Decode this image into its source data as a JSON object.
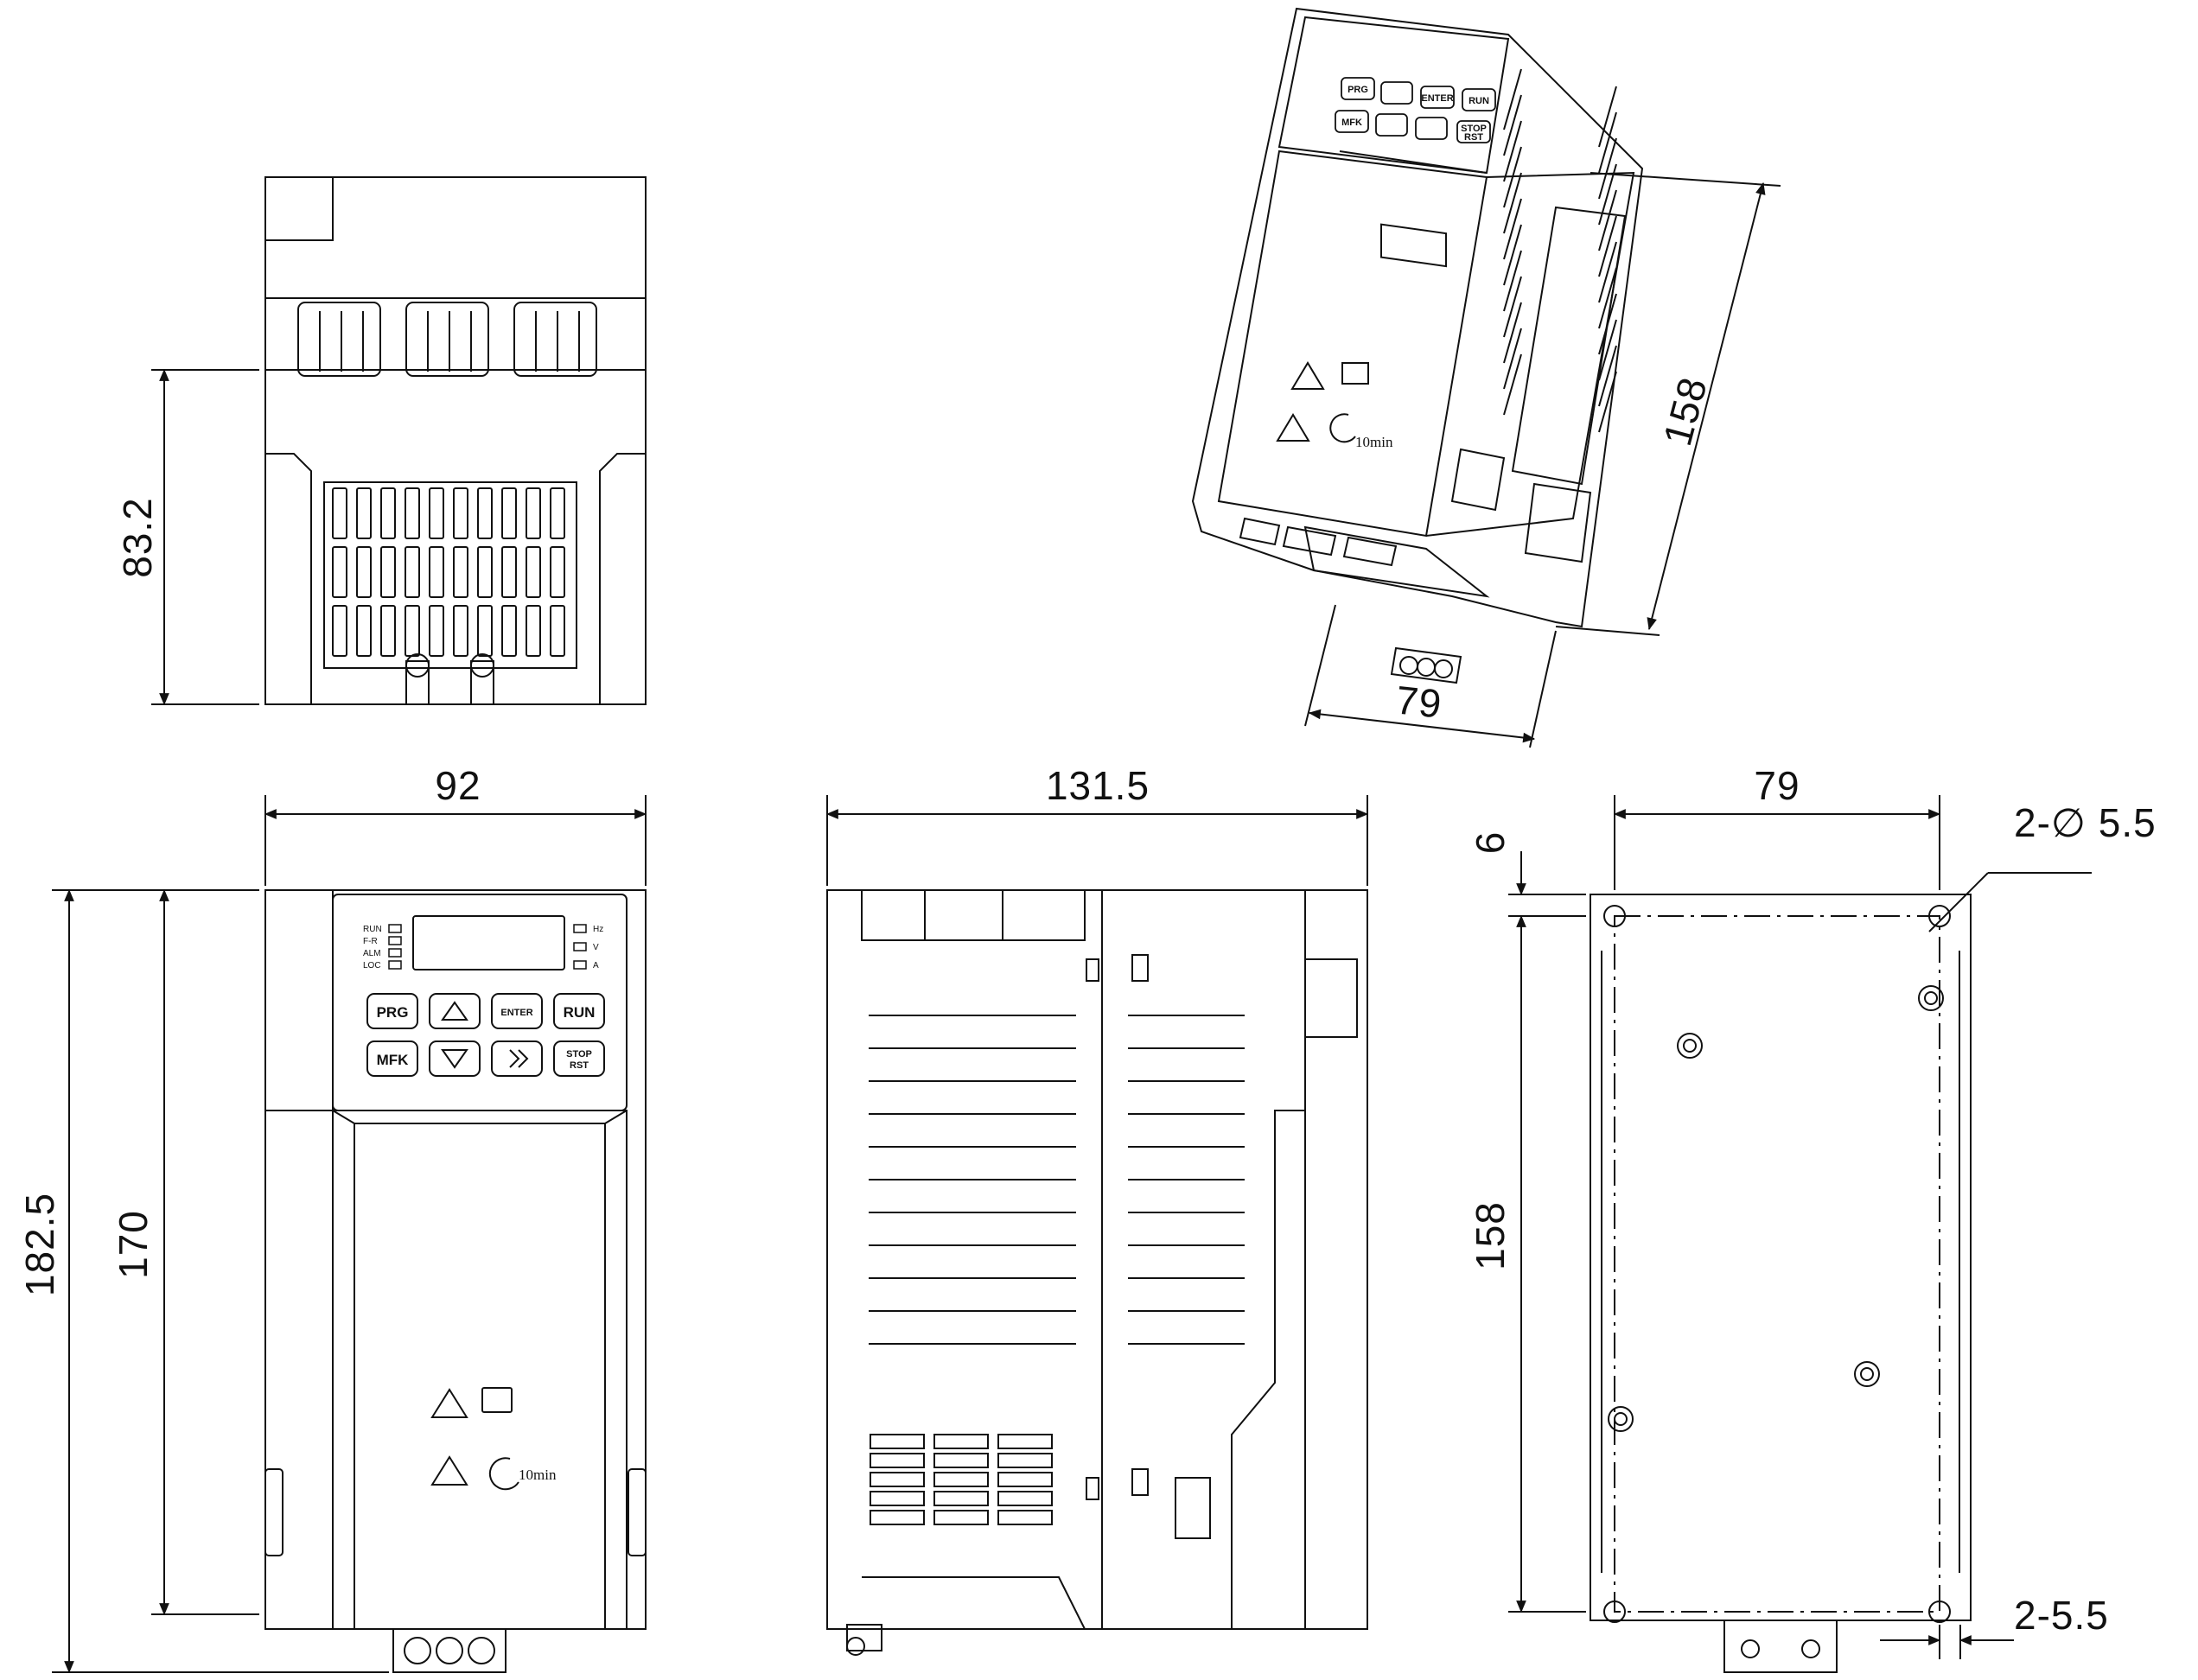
{
  "dimensions": {
    "top_view_depth": "83.2",
    "front_width": "92",
    "front_overall_height": "182.5",
    "front_body_height": "170",
    "side_depth": "131.5",
    "back_mount_width": "79",
    "back_mount_height": "158",
    "back_top_offset": "6",
    "back_hole_spec": "2-∅ 5.5",
    "back_slot_spec": "2-5.5",
    "iso_height": "158",
    "iso_width": "79"
  },
  "keypad": {
    "keys": [
      "PRG",
      "ENTER",
      "RUN",
      "MFK",
      "STOP",
      "RST"
    ],
    "left_indicators": [
      "RUN",
      "F-R",
      "ALM",
      "LOC"
    ],
    "right_indicators": [
      "Hz",
      "V",
      "A"
    ]
  },
  "warning_label": {
    "discharge_time": "10min"
  },
  "colors": {
    "line": "#111111",
    "background": "#ffffff"
  }
}
